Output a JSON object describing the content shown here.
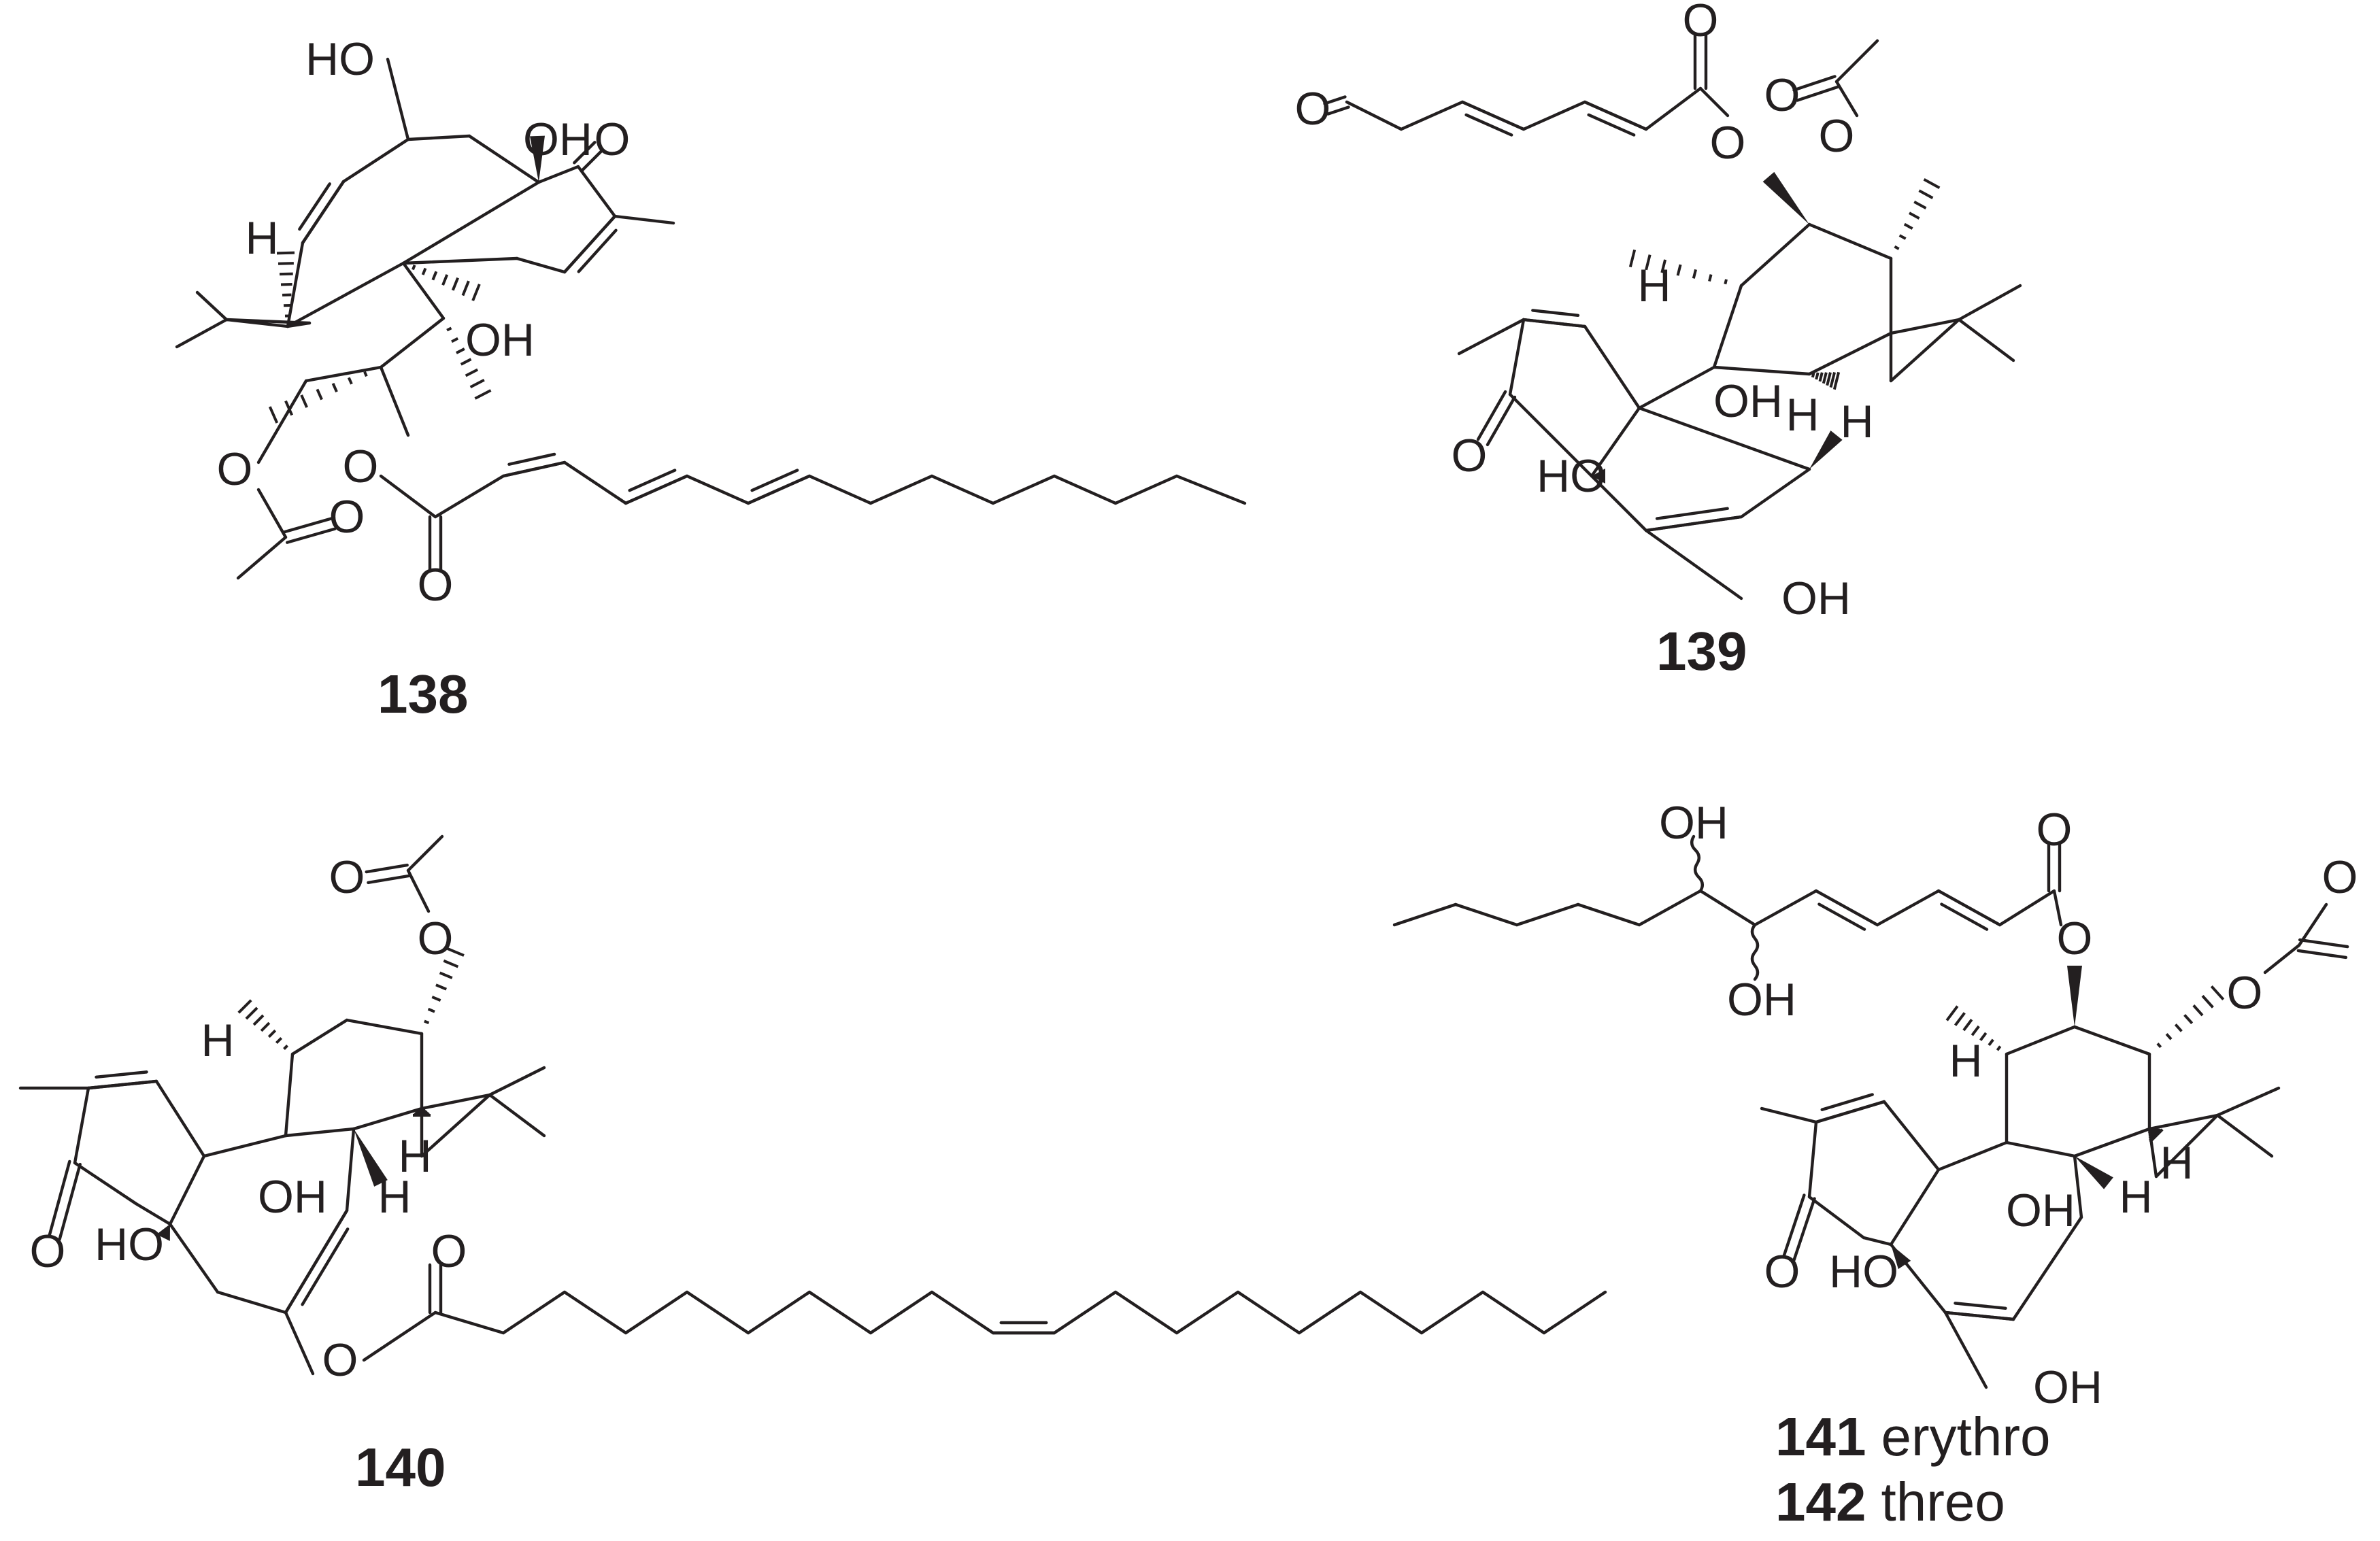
{
  "atoms": {
    "o": "O",
    "oh": "OH",
    "ho": "HO",
    "h": "H"
  },
  "compounds": [
    {
      "id": "138",
      "number": "138",
      "descriptor": ""
    },
    {
      "id": "139",
      "number": "139",
      "descriptor": ""
    },
    {
      "id": "140",
      "number": "140",
      "descriptor": ""
    },
    {
      "id": "141",
      "number": "141",
      "descriptor": "erythro"
    },
    {
      "id": "142",
      "number": "142",
      "descriptor": "threo"
    }
  ],
  "colors": {
    "ink": "#231f20",
    "background": "#ffffff"
  }
}
